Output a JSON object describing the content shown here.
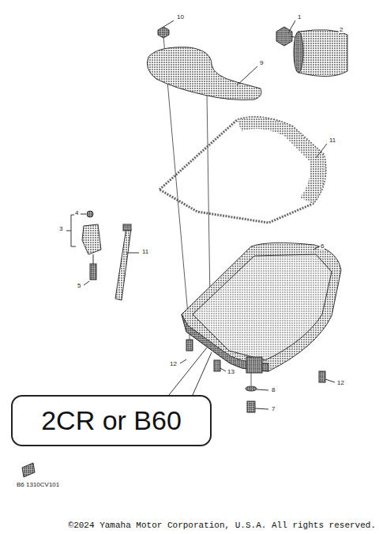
{
  "diagram": {
    "caption": "©2024 Yamaha Motor Corporation, U.S.A. All rights reserved.",
    "nodes": [
      {
        "text": [
          "2CR or B60"
        ]
      }
    ],
    "edges": [],
    "labels": [
      "10",
      "1",
      "2",
      "9",
      "11",
      "4",
      "3",
      "5",
      "11",
      "6",
      "12",
      "13",
      "8",
      "7",
      "12",
      "B6 1310CV101"
    ]
  }
}
